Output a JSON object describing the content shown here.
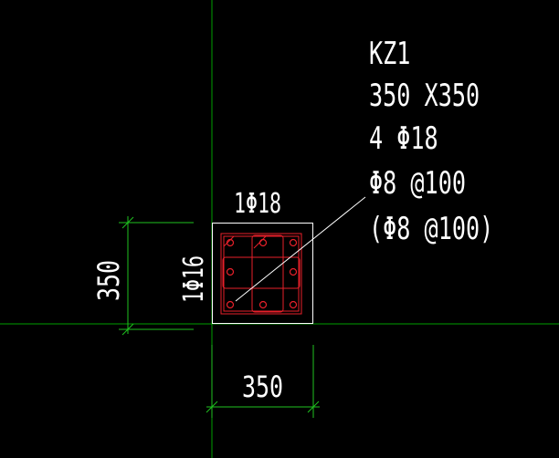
{
  "colors": {
    "background": "#000000",
    "axis_line": "#00a000",
    "dim_line": "#1fc21f",
    "column_outline": "#ffffff",
    "rebar": "#e8202a",
    "text": "#ffffff"
  },
  "column_label": {
    "id": "KZ1",
    "size": "350 X350",
    "main_rebar": "4 Φ18",
    "stirrup": "Φ8 @100",
    "stirrup_core": "(Φ8 @100)"
  },
  "side_labels": {
    "top_rebar": "1Φ18",
    "left_rebar": "1Φ16"
  },
  "dimensions": {
    "horizontal": "350",
    "vertical": "350"
  }
}
